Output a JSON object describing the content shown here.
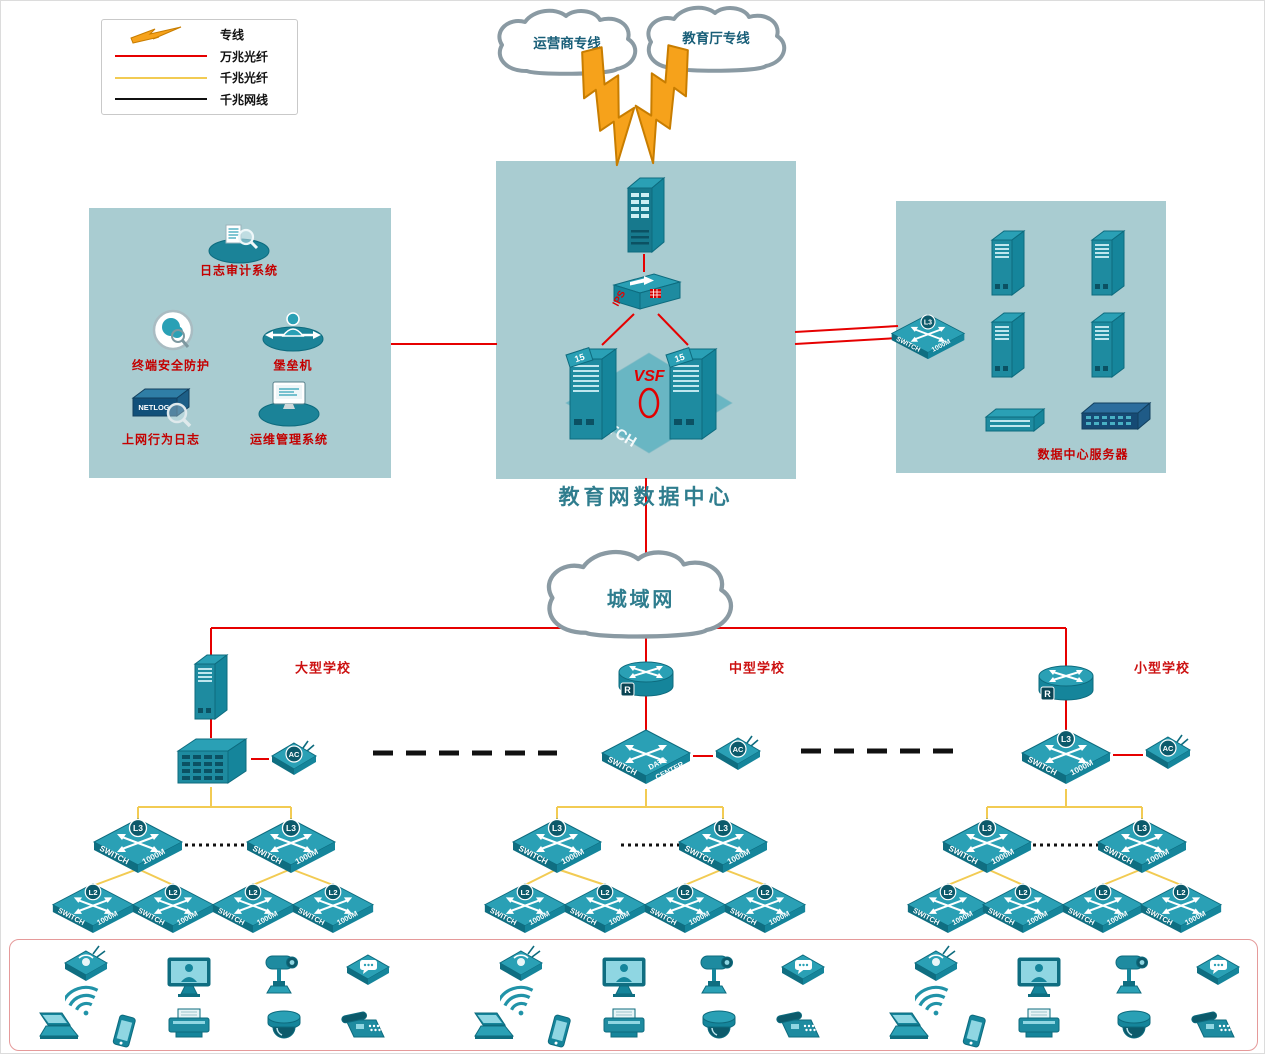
{
  "colors": {
    "panel": "#a9ccd1",
    "device_teal": "#2aa0b5",
    "line_red": "#e60000",
    "line_yellow": "#f2cb53",
    "line_black": "#111111",
    "bolt_orange": "#f6a21b",
    "label_red": "#c40000",
    "title_teal": "#2f7d8e"
  },
  "legend": {
    "items": [
      {
        "type": "lightning",
        "label": "专线"
      },
      {
        "type": "red-line",
        "label": "万兆光纤"
      },
      {
        "type": "yellow-line",
        "label": "千兆光纤"
      },
      {
        "type": "black-line",
        "label": "千兆网线"
      }
    ]
  },
  "clouds": {
    "isp": "运营商专线",
    "edu": "教育厅专线",
    "man": "城域网"
  },
  "datacenter": {
    "title": "教育网数据中心"
  },
  "left_panel": {
    "items": [
      {
        "label": "日志审计系统"
      },
      {
        "label": "终端安全防护"
      },
      {
        "label": "堡垒机"
      },
      {
        "label": "上网行为日志"
      },
      {
        "label": "运维管理系统"
      }
    ]
  },
  "right_panel": {
    "label": "数据中心服务器"
  },
  "schools": [
    {
      "name": "大型学校"
    },
    {
      "name": "中型学校"
    },
    {
      "name": "小型学校"
    }
  ],
  "labels": {
    "switch": "SWITCH",
    "speed": "1000M",
    "l3": "L3",
    "l2": "L2",
    "ac": "AC",
    "r": "R",
    "ips": "IPS",
    "vsf": "VSF",
    "tab": "15",
    "data": "DATA",
    "center": "CENTER",
    "netlog": "NETLOG"
  }
}
